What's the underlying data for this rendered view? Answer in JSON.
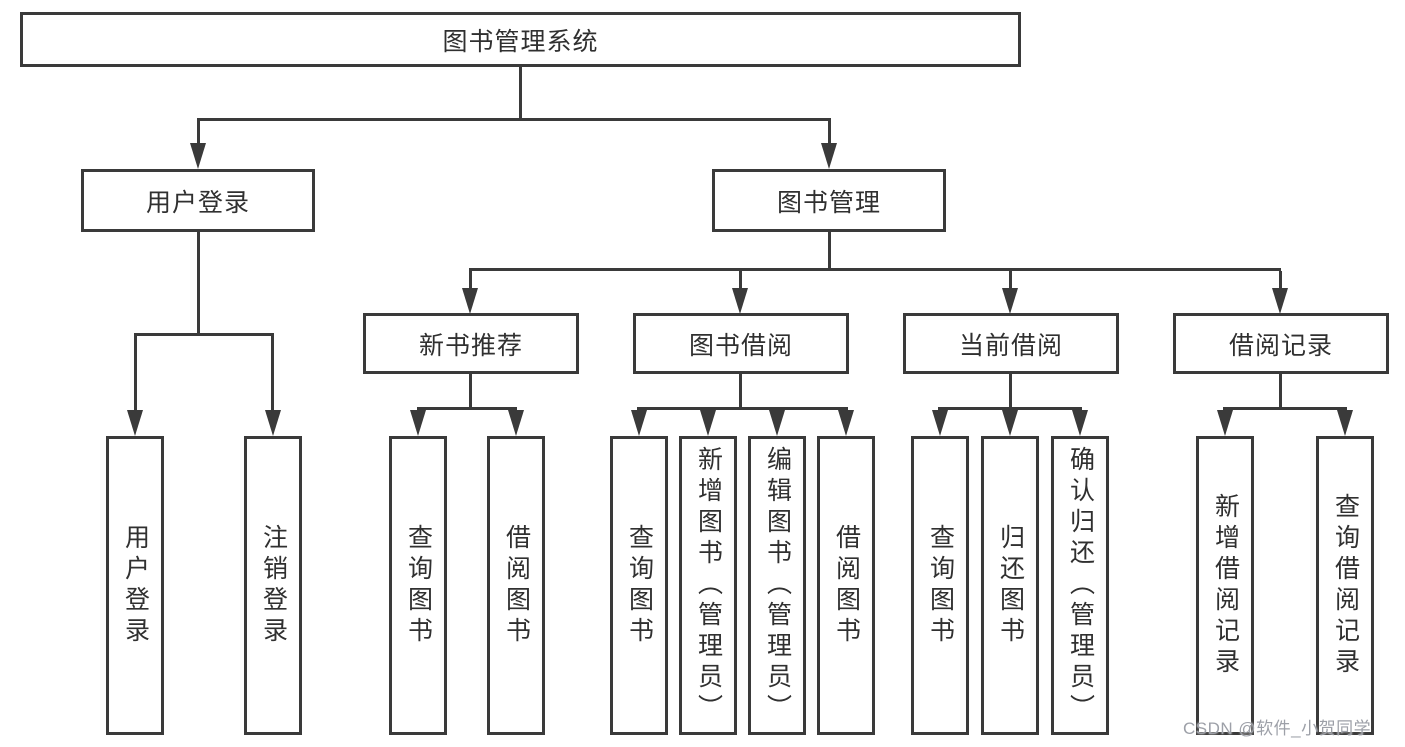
{
  "tree": {
    "root": {
      "label": "图书管理系统",
      "children": [
        {
          "label": "用户登录",
          "children": [
            {
              "label": "用户登录"
            },
            {
              "label": "注销登录"
            }
          ]
        },
        {
          "label": "图书管理",
          "children": [
            {
              "label": "新书推荐",
              "children": [
                {
                  "label": "查询图书"
                },
                {
                  "label": "借阅图书"
                }
              ]
            },
            {
              "label": "图书借阅",
              "children": [
                {
                  "label": "查询图书"
                },
                {
                  "label": "新增图书（管理员）"
                },
                {
                  "label": "编辑图书（管理员）"
                },
                {
                  "label": "借阅图书"
                }
              ]
            },
            {
              "label": "当前借阅",
              "children": [
                {
                  "label": "查询图书"
                },
                {
                  "label": "归还图书"
                },
                {
                  "label": "确认归还（管理员）"
                }
              ]
            },
            {
              "label": "借阅记录",
              "children": [
                {
                  "label": "新增借阅记录"
                },
                {
                  "label": "查询借阅记录"
                }
              ]
            }
          ]
        }
      ]
    }
  },
  "watermark": {
    "text": "CSDN @软件_小贺同学"
  },
  "colors": {
    "line": "#3a3a3a",
    "text": "#303030",
    "watermark": "#9da0a8",
    "background": "#ffffff"
  }
}
